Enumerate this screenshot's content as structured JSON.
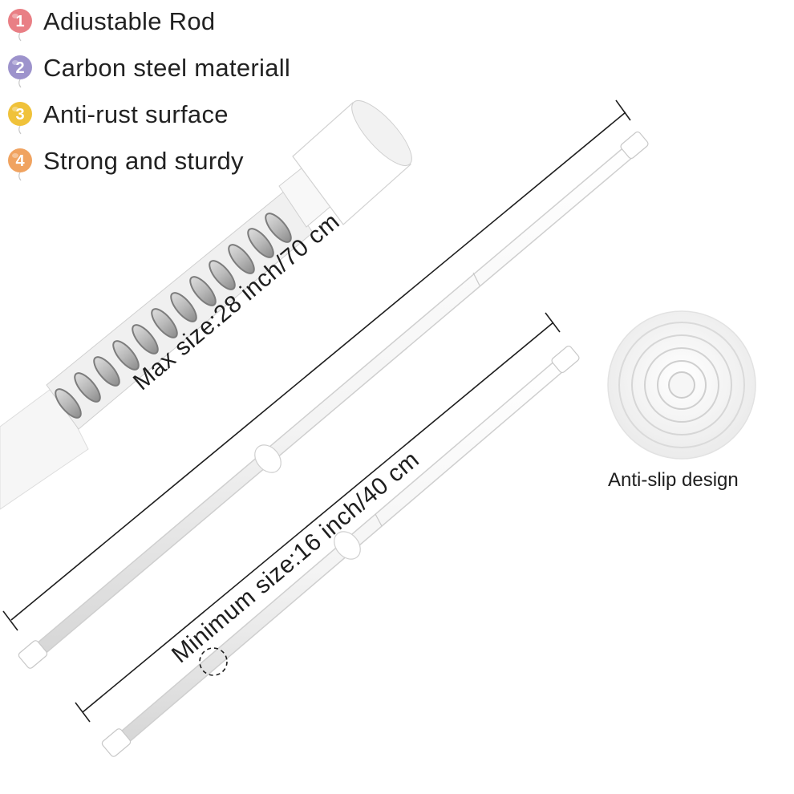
{
  "features": [
    {
      "number": "1",
      "label": "Adiustable Rod",
      "color": "#e97f85"
    },
    {
      "number": "2",
      "label": "Carbon steel materiall",
      "color": "#9d93cc"
    },
    {
      "number": "3",
      "label": "Anti-rust surface",
      "color": "#f0c23a"
    },
    {
      "number": "4",
      "label": "Strong and sturdy",
      "color": "#f0a360"
    }
  ],
  "max_size_label": "Max size:28 inch/70 cm",
  "min_size_label": "Minimum size:16 inch/40 cm",
  "anti_slip_label": "Anti-slip design",
  "colors": {
    "text": "#1e1e1e",
    "rod_white": "#ffffff",
    "rod_shade": "#e6e6e6",
    "spring_metal": "#9a9a9a",
    "measure_line": "#1e1e1e"
  }
}
